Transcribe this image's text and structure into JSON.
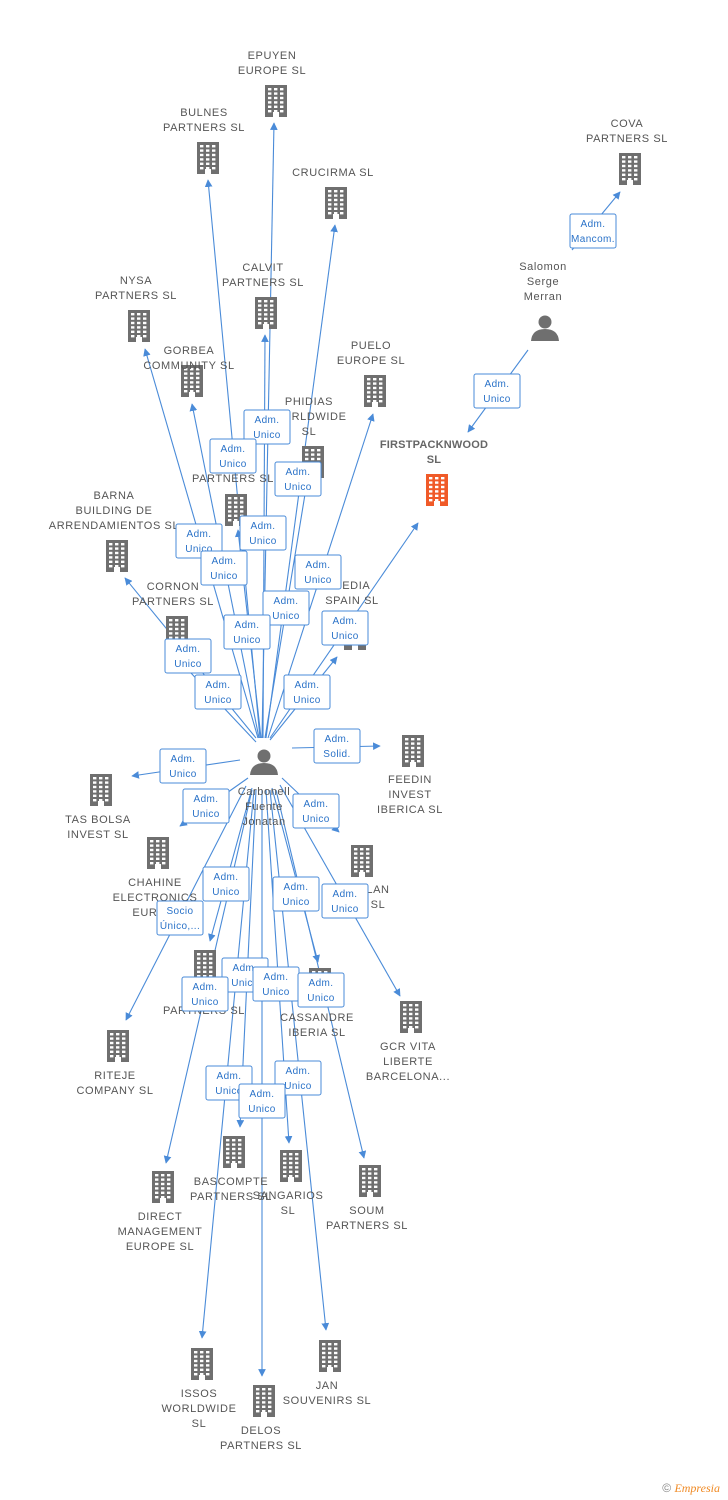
{
  "colors": {
    "edge": "#4a8bd8",
    "company": "#6f6f6f",
    "focus": "#f05a28",
    "person": "#6f6f6f",
    "label": "#555555"
  },
  "credit": {
    "symbol": "©",
    "brand": "Empresia"
  },
  "people": [
    {
      "id": "carbonell",
      "label": [
        "Carbonell",
        "Fuente",
        "Jonatan"
      ]
    },
    {
      "id": "salomon",
      "label": [
        "Salomon",
        "Serge",
        "Merran"
      ]
    }
  ],
  "companies": [
    {
      "id": "epuyen",
      "label": [
        "EPUYEN",
        "EUROPE SL"
      ]
    },
    {
      "id": "bulnes",
      "label": [
        "BULNES",
        "PARTNERS SL"
      ]
    },
    {
      "id": "crucirma",
      "label": [
        "CRUCIRMA SL"
      ]
    },
    {
      "id": "cova",
      "label": [
        "COVA",
        "PARTNERS SL"
      ]
    },
    {
      "id": "nysa",
      "label": [
        "NYSA",
        "PARTNERS SL"
      ]
    },
    {
      "id": "calvit",
      "label": [
        "CALVIT",
        "PARTNERS SL"
      ]
    },
    {
      "id": "gorbea",
      "label": [
        "GORBEA",
        "COMMUNITY SL"
      ]
    },
    {
      "id": "puelo",
      "label": [
        "PUELO",
        "EUROPE SL"
      ]
    },
    {
      "id": "phidias",
      "label": [
        "PHIDIAS",
        "WORLDWIDE",
        "SL"
      ]
    },
    {
      "id": "firstpack",
      "label": [
        "FIRSTPACKNWOOD",
        "SL"
      ],
      "focus": true
    },
    {
      "id": "partners_a",
      "label": [
        "PARTNERS SL"
      ]
    },
    {
      "id": "barna",
      "label": [
        "BARNA",
        "BUILDING DE",
        "ARRENDAMIENTOS SL"
      ]
    },
    {
      "id": "cornon",
      "label": [
        "CORNON",
        "PARTNERS SL"
      ]
    },
    {
      "id": "dedia",
      "label": [
        "DEDIA",
        "SPAIN SL"
      ]
    },
    {
      "id": "feedin",
      "label": [
        "FEEDIN",
        "INVEST",
        "IBERICA SL"
      ]
    },
    {
      "id": "tasbolsa",
      "label": [
        "TAS BOLSA",
        "INVEST SL"
      ]
    },
    {
      "id": "chahine",
      "label": [
        "CHAHINE",
        "ELECTRONICS",
        "EURO..."
      ]
    },
    {
      "id": "lan",
      "label": [
        "LAN",
        "SL"
      ]
    },
    {
      "id": "partners_b",
      "label": [
        "PARTNERS SL"
      ]
    },
    {
      "id": "cassandre",
      "label": [
        "CASSANDRE",
        "IBERIA SL"
      ]
    },
    {
      "id": "gcrvita",
      "label": [
        "GCR VITA",
        "LIBERTE",
        "BARCELONA..."
      ]
    },
    {
      "id": "riteje",
      "label": [
        "RITEJE",
        "COMPANY SL"
      ]
    },
    {
      "id": "bascompte",
      "label": [
        "BASCOMPTE",
        "PARTNERS SL"
      ]
    },
    {
      "id": "sangarios",
      "label": [
        "SANGARIOS",
        "SL"
      ]
    },
    {
      "id": "soum",
      "label": [
        "SOUM",
        "PARTNERS SL"
      ]
    },
    {
      "id": "direct",
      "label": [
        "DIRECT",
        "MANAGEMENT",
        "EUROPE SL"
      ]
    },
    {
      "id": "issos",
      "label": [
        "ISSOS",
        "WORLDWIDE",
        "SL"
      ]
    },
    {
      "id": "jan",
      "label": [
        "JAN",
        "SOUVENIRS SL"
      ]
    },
    {
      "id": "delos",
      "label": [
        "DELOS",
        "PARTNERS SL"
      ]
    }
  ],
  "relations": [
    {
      "from": "carbonell",
      "to": "epuyen",
      "label": [
        "Adm.",
        "Unico"
      ]
    },
    {
      "from": "carbonell",
      "to": "bulnes",
      "label": [
        "Adm.",
        "Unico"
      ]
    },
    {
      "from": "carbonell",
      "to": "crucirma",
      "label": [
        "Adm.",
        "Unico"
      ]
    },
    {
      "from": "carbonell",
      "to": "nysa",
      "label": [
        "Adm.",
        "Unico"
      ]
    },
    {
      "from": "carbonell",
      "to": "calvit",
      "label": [
        "Adm.",
        "Unico"
      ]
    },
    {
      "from": "carbonell",
      "to": "gorbea",
      "label": [
        "Adm.",
        "Unico"
      ]
    },
    {
      "from": "carbonell",
      "to": "puelo",
      "label": [
        "Adm.",
        "Unico"
      ]
    },
    {
      "from": "carbonell",
      "to": "phidias",
      "label": [
        "Adm.",
        "Unico"
      ]
    },
    {
      "from": "carbonell",
      "to": "firstpack",
      "label": [
        "Adm.",
        "Unico"
      ]
    },
    {
      "from": "carbonell",
      "to": "partners_a",
      "label": [
        "Adm.",
        "Unico"
      ]
    },
    {
      "from": "carbonell",
      "to": "barna",
      "label": [
        "Adm.",
        "Unico"
      ]
    },
    {
      "from": "carbonell",
      "to": "cornon",
      "label": [
        "Adm.",
        "Unico"
      ]
    },
    {
      "from": "carbonell",
      "to": "dedia",
      "label": [
        "Adm.",
        "Unico"
      ]
    },
    {
      "from": "carbonell",
      "to": "feedin",
      "label": [
        "Adm.",
        "Solid."
      ]
    },
    {
      "from": "carbonell",
      "to": "tasbolsa",
      "label": [
        "Adm.",
        "Unico"
      ]
    },
    {
      "from": "carbonell",
      "to": "chahine",
      "label": [
        "Adm.",
        "Unico"
      ]
    },
    {
      "from": "carbonell",
      "to": "lan",
      "label": [
        "Adm.",
        "Unico"
      ]
    },
    {
      "from": "carbonell",
      "to": "partners_b",
      "label": [
        "Adm.",
        "Unico"
      ]
    },
    {
      "from": "carbonell",
      "to": "cassandre",
      "label": [
        "Adm.",
        "Unico"
      ]
    },
    {
      "from": "carbonell",
      "to": "gcrvita",
      "label": [
        "Adm.",
        "Unico"
      ]
    },
    {
      "from": "carbonell",
      "to": "riteje",
      "label": [
        "Socio",
        "Único,..."
      ]
    },
    {
      "from": "carbonell",
      "to": "bascompte",
      "label": [
        "Adm.",
        "Unico"
      ]
    },
    {
      "from": "carbonell",
      "to": "sangarios",
      "label": [
        "Adm.",
        "Unico"
      ]
    },
    {
      "from": "carbonell",
      "to": "soum",
      "label": [
        "Adm.",
        "Unico"
      ]
    },
    {
      "from": "carbonell",
      "to": "direct",
      "label": [
        "Adm.",
        "Unico"
      ]
    },
    {
      "from": "carbonell",
      "to": "issos",
      "label": [
        "Adm.",
        "Unico"
      ]
    },
    {
      "from": "carbonell",
      "to": "jan",
      "label": [
        "Adm.",
        "Unico"
      ]
    },
    {
      "from": "carbonell",
      "to": "delos",
      "label": [
        "Adm.",
        "Unico"
      ]
    },
    {
      "from": "salomon",
      "to": "cova",
      "label": [
        "Adm.",
        "Mancom."
      ]
    },
    {
      "from": "salomon",
      "to": "firstpack",
      "label": [
        "Adm.",
        "Unico"
      ]
    }
  ]
}
